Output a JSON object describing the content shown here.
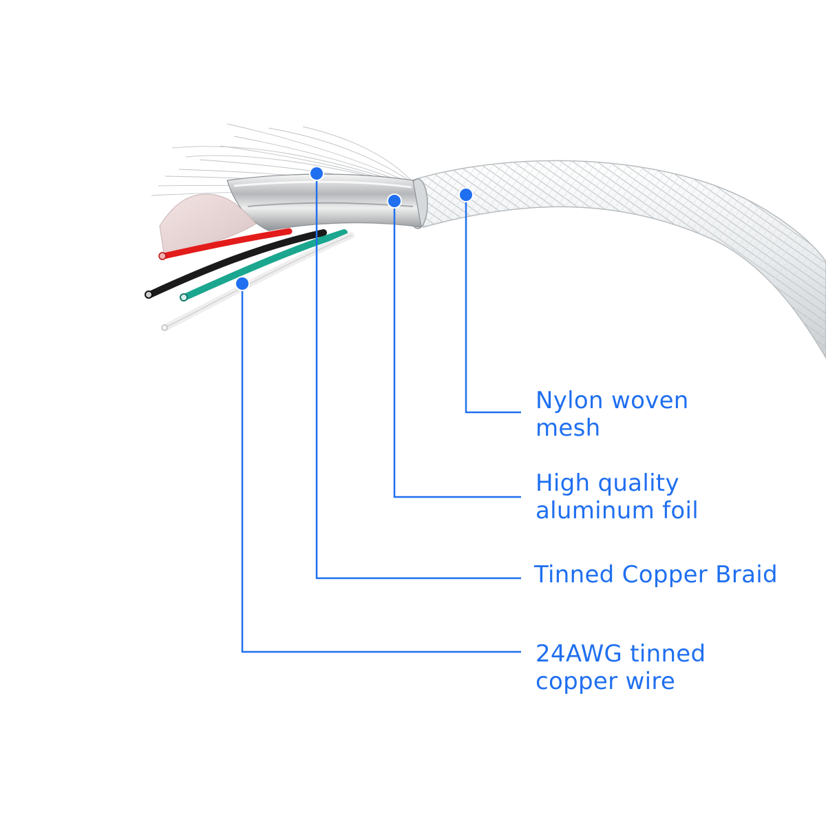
{
  "callouts": {
    "nylon": {
      "line1": "Nylon woven",
      "line2": "mesh"
    },
    "foil": {
      "line1": "High quality",
      "line2": "aluminum foil"
    },
    "braid": {
      "line1": "Tinned Copper Braid"
    },
    "wire": {
      "line1": "24AWG tinned",
      "line2": "copper wire"
    }
  },
  "colors": {
    "accent": "#1f6ff0",
    "wire_red": "#e31b1b",
    "wire_black": "#1a1a1a",
    "wire_green": "#1aa68f",
    "wire_white": "#f2f2f2"
  }
}
